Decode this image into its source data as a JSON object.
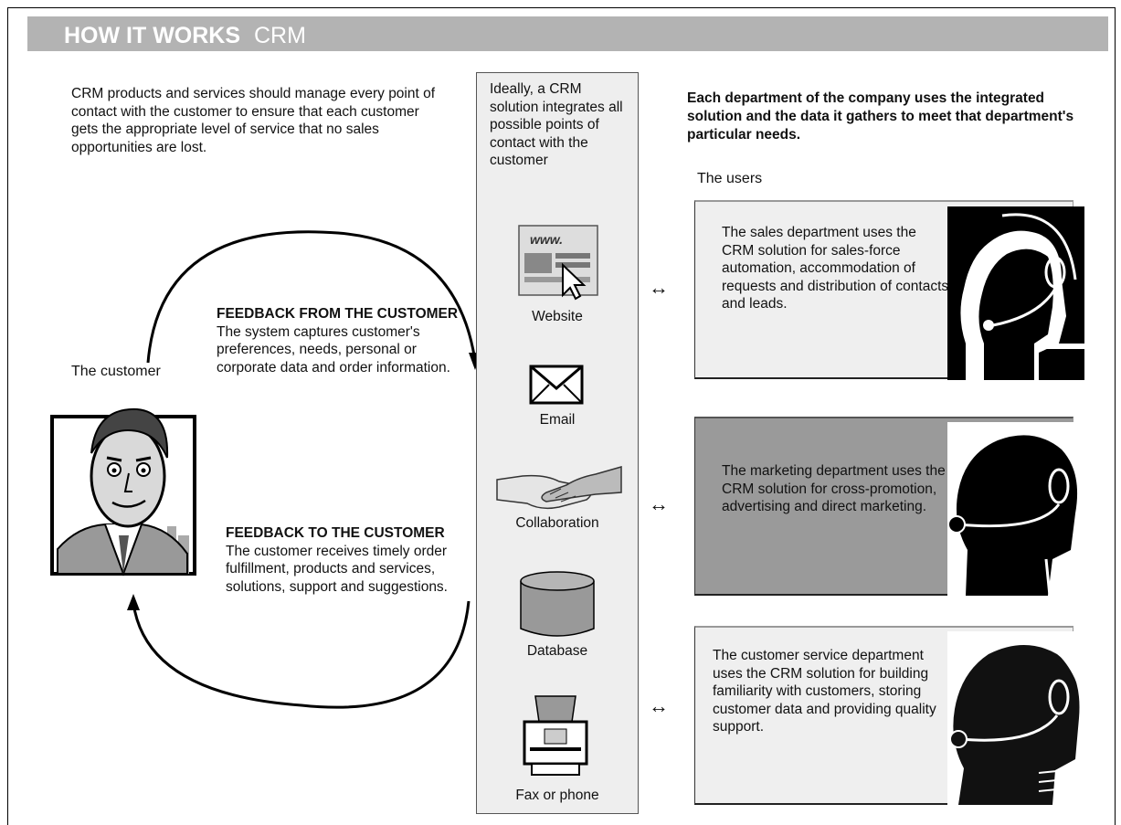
{
  "header": {
    "title_bold": "HOW IT WORKS",
    "title_light": "CRM"
  },
  "intro": "CRM products and services should manage every point of contact with the customer to ensure that each customer gets the appropriate level of service that no sales opportunities are lost.",
  "customer_label": "The customer",
  "feedback_from": {
    "title": "FEEDBACK FROM THE CUSTOMER",
    "body": "The system captures customer's preferences, needs, personal or corporate data and order information."
  },
  "feedback_to": {
    "title": "FEEDBACK TO THE CUSTOMER",
    "body": "The customer receives timely order fulfillment, products and services, solutions, support and suggestions."
  },
  "center": {
    "intro": "Ideally, a CRM solution integrates all possible points of contact with the customer",
    "channels": [
      {
        "label": "Website",
        "icon": "website-icon"
      },
      {
        "label": "Email",
        "icon": "email-icon"
      },
      {
        "label": "Collaboration",
        "icon": "handshake-icon"
      },
      {
        "label": "Database",
        "icon": "database-icon"
      },
      {
        "label": "Fax or phone",
        "icon": "fax-icon"
      }
    ]
  },
  "right_heading": "Each department of the company uses the integrated solution and the data it gathers to meet that department's particular needs.",
  "users_label": "The users",
  "departments": [
    {
      "text": "The sales department uses the CRM solution for sales-force automation, accommodation of requests and distribution of contacts and leads.",
      "icon": "headset-agent-icon"
    },
    {
      "text": "The marketing department uses the CRM solution for cross-promotion, advertising and direct marketing.",
      "icon": "headset-agent-icon"
    },
    {
      "text": "The customer service department uses the CRM solution for building familiarity with customers, storing customer data and providing quality support.",
      "icon": "headset-agent-icon"
    }
  ],
  "arrow_glyph": "↔"
}
